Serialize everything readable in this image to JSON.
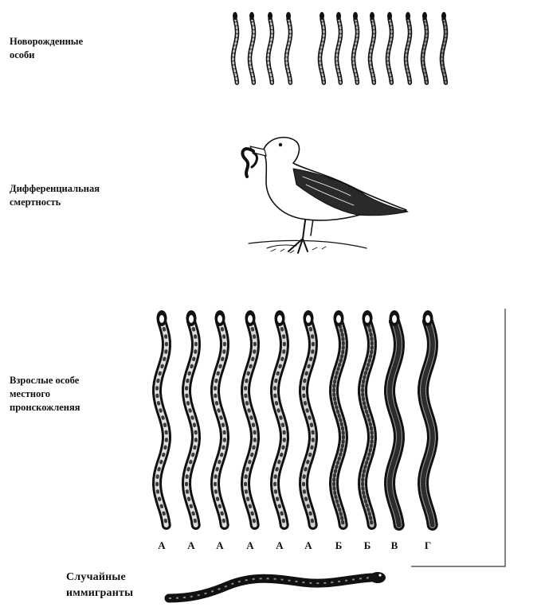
{
  "rows": {
    "newborn": {
      "label": "Новорожденные\nособи",
      "snakes": [
        {
          "tone": 0.35
        },
        {
          "tone": 0.4
        },
        {
          "tone": 0.35
        },
        {
          "tone": 0.4
        },
        {
          "tone": 0.5
        },
        {
          "tone": 0.45
        },
        {
          "tone": 0.5
        },
        {
          "tone": 0.55
        },
        {
          "tone": 0.55
        },
        {
          "tone": 0.6
        },
        {
          "tone": 0.7
        },
        {
          "tone": 0.75
        }
      ]
    },
    "mortality": {
      "label": "Дифференциальная\nсмертность",
      "image": "seagull-eating-snake"
    },
    "adults": {
      "label": "Взрослые особе\nместного\nпронскожленяя",
      "snakes": [
        {
          "genotype": "А",
          "tone": 0.25
        },
        {
          "genotype": "А",
          "tone": 0.25
        },
        {
          "genotype": "А",
          "tone": 0.25
        },
        {
          "genotype": "А",
          "tone": 0.3
        },
        {
          "genotype": "А",
          "tone": 0.3
        },
        {
          "genotype": "А",
          "tone": 0.35
        },
        {
          "genotype": "Б",
          "tone": 0.5
        },
        {
          "genotype": "Б",
          "tone": 0.55
        },
        {
          "genotype": "В",
          "tone": 0.85
        },
        {
          "genotype": "Г",
          "tone": 0.8
        }
      ]
    },
    "immigrants": {
      "label": "Случайные\nиммигранты",
      "image": "dark-snake-horizontal"
    }
  },
  "colors": {
    "ink": "#111111",
    "paper": "#ffffff"
  }
}
